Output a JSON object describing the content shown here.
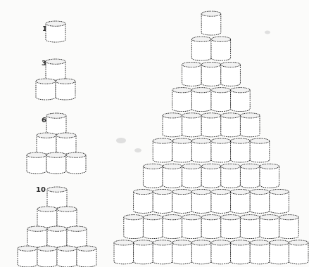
{
  "figure": {
    "stack_labels": [
      "1",
      "3",
      "6",
      "10"
    ],
    "small_stacks": [
      {
        "label": "1",
        "rows": 1
      },
      {
        "label": "3",
        "rows": 2
      },
      {
        "label": "6",
        "rows": 3
      },
      {
        "label": "10",
        "rows": 4
      }
    ],
    "large_stack": {
      "rows": 10
    },
    "colors": {
      "outline": "#1c1c1c",
      "can_fill": "#ffffff",
      "can_top": "#f2f2f2",
      "paper": "#fbfbfa"
    }
  }
}
